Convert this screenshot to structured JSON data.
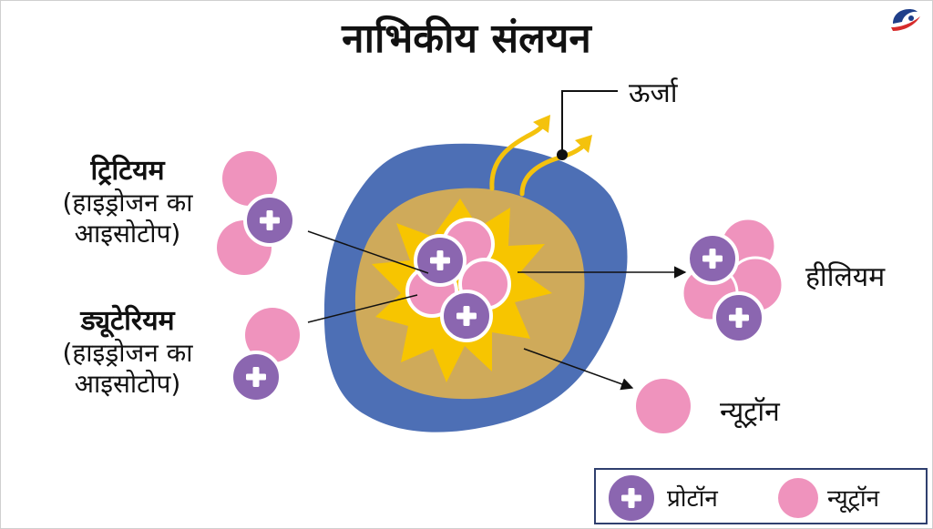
{
  "title": "नाभिकीय संलयन",
  "labels": {
    "tritium": {
      "name": "ट्रिटियम",
      "sub_line1": "(हाइड्रोजन का",
      "sub_line2": "आइसोटोप)"
    },
    "deuterium": {
      "name": "ड्यूटेरियम",
      "sub_line1": "(हाइड्रोजन का",
      "sub_line2": "आइसोटोप)"
    },
    "energy": "ऊर्जा",
    "helium": "हीलियम",
    "neutron": "न्यूट्रॉन"
  },
  "legend": {
    "proton": "प्रोटॉन",
    "neutron": "न्यूट्रॉन"
  },
  "colors": {
    "proton": "#8b66b0",
    "neutron": "#ef93bd",
    "outer_shell": "#4d6fb5",
    "inner_core": "#cfaa5a",
    "flash": "#f7c500",
    "energy_arrow": "#f4c20d",
    "legend_border": "#2f3f6e"
  },
  "icons": [
    "plus-icon",
    "brand-logo-icon"
  ]
}
